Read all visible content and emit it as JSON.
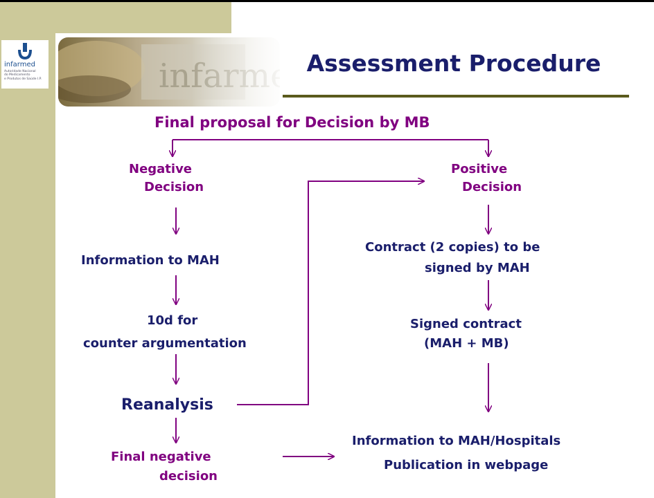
{
  "header": {
    "title": "Assessment Procedure",
    "logo_name": "infarmed",
    "logo_sub": [
      "Autoridade Nacional",
      "do Medicamento",
      "e Produtos de Saúde I.P."
    ],
    "photo_text": "infarmed"
  },
  "colors": {
    "accent_purple": "#800080",
    "title_navy": "#1a1e6b",
    "sidebar": "#ccc99a",
    "rule": "#5a5a1c"
  },
  "flow": {
    "top": "Final proposal for Decision by MB",
    "negative": [
      "Negative",
      "Decision"
    ],
    "positive": [
      "Positive",
      "Decision"
    ],
    "info_mah": "Information to MAH",
    "counter": [
      "10d for",
      "counter argumentation"
    ],
    "reanalysis": "Reanalysis",
    "final_negative": [
      "Final negative",
      "decision"
    ],
    "contract": [
      "Contract (2 copies) to be",
      "signed by MAH"
    ],
    "signed": [
      "Signed contract",
      "(MAH + MB)"
    ],
    "info_hosp": [
      "Information to MAH/Hospitals",
      "Publication in webpage"
    ]
  }
}
